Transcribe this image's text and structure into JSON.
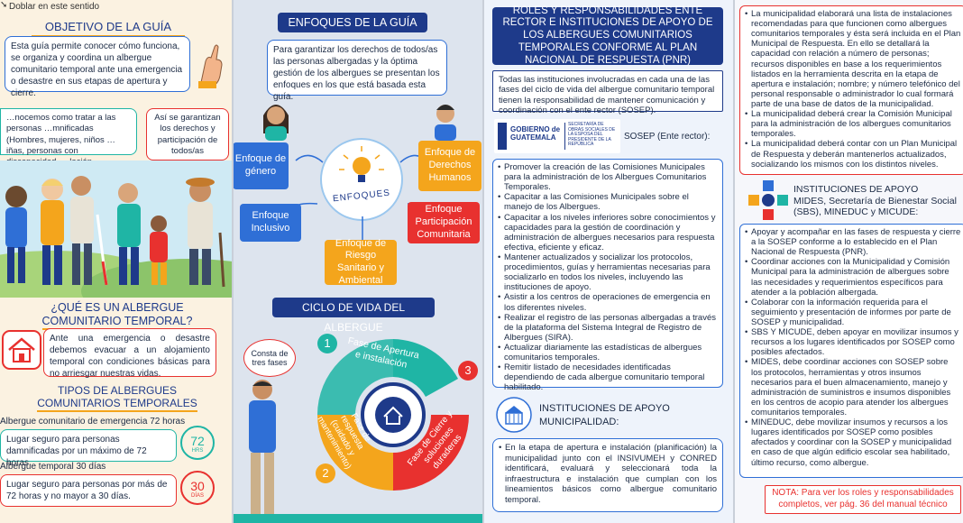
{
  "panel1": {
    "fold_hint": "Doblar en este sentido",
    "objective_title": "OBJETIVO DE LA GUÍA",
    "objective_text": "Esta guía permite conocer cómo funciona, se organiza y coordina un albergue comunitario temporal ante una emergencia o desastre en sus etapas de apertura y cierre.",
    "groups_text": "…nocemos como tratar a las personas …mnificadas (Hombres, mujeres, niños …iñas, personas con discapacidad, …lación LGBTIQ+ y adultos mayores",
    "rights_text": "Así se garantizan los derechos y participación de todos/as",
    "what_title_1": "¿QUÉ ES UN ALBERGUE",
    "what_title_2": "COMUNITARIO TEMPORAL?",
    "what_text": "Ante una emergencia o desastre debemos evacuar a un alojamiento temporal con condiciones básicas para no arriesgar nuestras vidas.",
    "types_title_1": "TIPOS DE ALBERGUES",
    "types_title_2": "COMUNITARIOS TEMPORALES",
    "type1_title": "Albergue comunitario de emergencia 72 horas",
    "type1_text": "Lugar seguro para personas damnificadas por un máximo de 72 horas.",
    "type1_badge": "72",
    "type1_unit": "HRS",
    "type2_title": "Albergue temporal 30 días",
    "type2_text": "Lugar seguro para personas por más de 72 horas y no mayor a 30 días.",
    "type2_badge": "30",
    "type2_unit": "DÍAS"
  },
  "panel2": {
    "enfoques_title": "ENFOQUES DE LA GUÍA",
    "enfoques_intro": "Para garantizar los derechos de todos/as las personas albergadas y la óptima gestión de los albergues se presentan los enfoques en los que está basada esta guía.",
    "center_label": "ENFOQUES",
    "node_genero": "Enfoque de género",
    "node_inclusivo": "Enfoque Inclusivo",
    "node_ddhh": "Enfoque de Derechos Humanos",
    "node_participacion": "Enfoque Participación Comunitaria",
    "node_riesgo": "Enfoque de Riesgo Sanitario y Ambiental",
    "ciclo_title": "CICLO DE VIDA DEL ALBERGUE",
    "bubble": "Consta de tres fases",
    "phase1_num": "1",
    "phase1_label": "Fase de Apertura e instalación",
    "phase2_num": "2",
    "phase2_label": "Fase de respuesta (cuidado y mantenimiento)",
    "phase3_num": "3",
    "phase3_label": "Fase de Cierre y soluciones duraderas"
  },
  "panel3": {
    "roles_title": "ROLES Y RESPONSABILIDADES ENTE RECTOR E INSTITUCIONES DE APOYO DE LOS ALBERGUES COMUNITARIOS TEMPORALES CONFORME AL PLAN NACIONAL DE RESPUESTA (PNR)",
    "intro": "Todas las instituciones involucradas en cada una de las fases del ciclo de vida del albergue comunitario temporal tienen la responsabilidad de mantener comunicación y coordinación con el ente rector (SOSEP).",
    "logo_gob": "GOBIERNO de GUATEMALA",
    "logo_sec": "SECRETARÍA DE OBRAS SOCIALES DE LA ESPOSA DEL PRESIDENTE DE LA REPÚBLICA",
    "sosep_label": "SOSEP (Ente rector):",
    "sosep_items": [
      "Promover la creación de las Comisiones Municipales para la administración de los Albergues Comunitarios Temporales.",
      "Capacitar a las Comisiones Municipales sobre el manejo de los Albergues.",
      "Capacitar a los niveles inferiores sobre conocimientos y capacidades para la gestión de coordinación y administración de albergues necesarios para respuesta efectiva, eficiente y eficaz.",
      "Mantener actualizados y socializar los protocolos, procedimientos, guías y herramientas necesarias para socializarlo en todos los niveles, incluyendo las instituciones de apoyo.",
      "Asistir a los centros de operaciones de emergencia en los diferentes niveles.",
      "Realizar el registro de las personas albergadas a través de la plataforma del Sistema Integral de Registro de Albergues (SIRA).",
      "Actualizar diariamente las estadísticas de albergues comunitarios temporales.",
      "Remitir listado de necesidades identificadas dependiendo de cada albergue comunitario temporal habilitado."
    ],
    "muni_title_1": "INSTITUCIONES DE APOYO",
    "muni_title_2": "MUNICIPALIDAD:",
    "muni_text": "En la etapa de apertura e instalación (planificación) la municipalidad junto con el INSIVUMEH y CONRED identificará, evaluará y seleccionará toda la infraestructura e instalación que cumplan con los lineamientos básicos como albergue comunitario temporal."
  },
  "panel4": {
    "muni_items": [
      "La municipalidad elaborará una lista de instalaciones recomendadas para que funcionen como albergues comunitarios temporales y ésta será incluida en el Plan Municipal de Respuesta. En ello se detallará la capacidad con relación a número de personas; recursos disponibles en base a los requerimientos listados en la herramienta descrita en la etapa de apertura e instalación; nombre; y número telefónico del personal responsable o administrador lo cual formará parte de una base de datos de la municipalidad.",
      "La municipalidad deberá crear la Comisión Municipal para la administración de los albergues comunitarios temporales.",
      "La municipalidad deberá contar con un Plan Municipal de Respuesta y deberán mantenerlos actualizados, socializando los mismos con los distintos niveles."
    ],
    "inst_title_1": "INSTITUCIONES DE APOYO",
    "inst_title_2": "MIDES, Secretaría de Bienestar Social (SBS), MINEDUC y MICUDE:",
    "inst_items": [
      "Apoyar y acompañar en las fases de respuesta y cierre a la SOSEP conforme a lo establecido en el Plan Nacional de Respuesta (PNR).",
      "Coordinar acciones con la Municipalidad y Comisión Municipal para la administración de albergues sobre las necesidades y requerimientos específicos para atender a la población albergada.",
      "Colaborar con la información requerida para el seguimiento y presentación de informes por parte de SOSEP y municipalidad.",
      "SBS Y MICUDE, deben apoyar en movilizar insumos y recursos a los lugares identificados por SOSEP como posibles afectados.",
      "MIDES, debe coordinar acciones con SOSEP sobre los protocolos, herramientas y otros insumos necesarios para el buen almacenamiento, manejo y administración de suministros e insumos disponibles en los centros de acopio para atender los albergues comunitarios temporales.",
      "MINEDUC, debe movilizar insumos y recursos a los lugares identificados por SOSEP como posibles afectados y coordinar con la SOSEP y municipalidad en caso de que algún edificio escolar sea habilitado, último recurso, como albergue."
    ],
    "note": "NOTA: Para ver los roles y responsabilidades completos, ver pág. 36 del manual técnico"
  },
  "colors": {
    "navy": "#1e3a8a",
    "blue": "#2f6fd6",
    "orange": "#f4a51c",
    "red": "#e8312f",
    "teal": "#1fb5a5"
  }
}
